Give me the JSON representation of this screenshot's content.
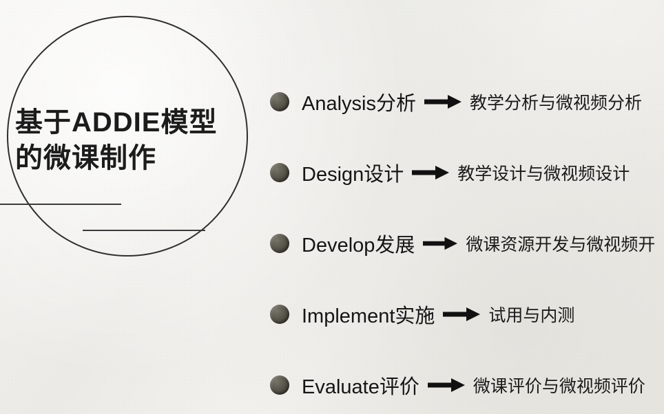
{
  "slide": {
    "title": "基于ADDIE模型的微课制作",
    "steps": [
      {
        "label": "Analysis分析",
        "arrow": "right-arrow-icon",
        "desc": "教学分析与微视频分析"
      },
      {
        "label": "Design设计",
        "arrow": "right-arrow-icon",
        "desc": "教学设计与微视频设计"
      },
      {
        "label": "Develop发展",
        "arrow": "right-arrow-icon",
        "desc": "微课资源开发与微视频开"
      },
      {
        "label": "Implement实施",
        "arrow": "right-arrow-icon",
        "desc": "试用与内测"
      },
      {
        "label": "Evaluate评价",
        "arrow": "right-arrow-icon",
        "desc": "微课评价与微视频评价"
      }
    ],
    "colors": {
      "background": "#f0efec",
      "text": "#1a1a1a",
      "outline": "#2e2e2e",
      "bullet": "#4a483d"
    }
  }
}
